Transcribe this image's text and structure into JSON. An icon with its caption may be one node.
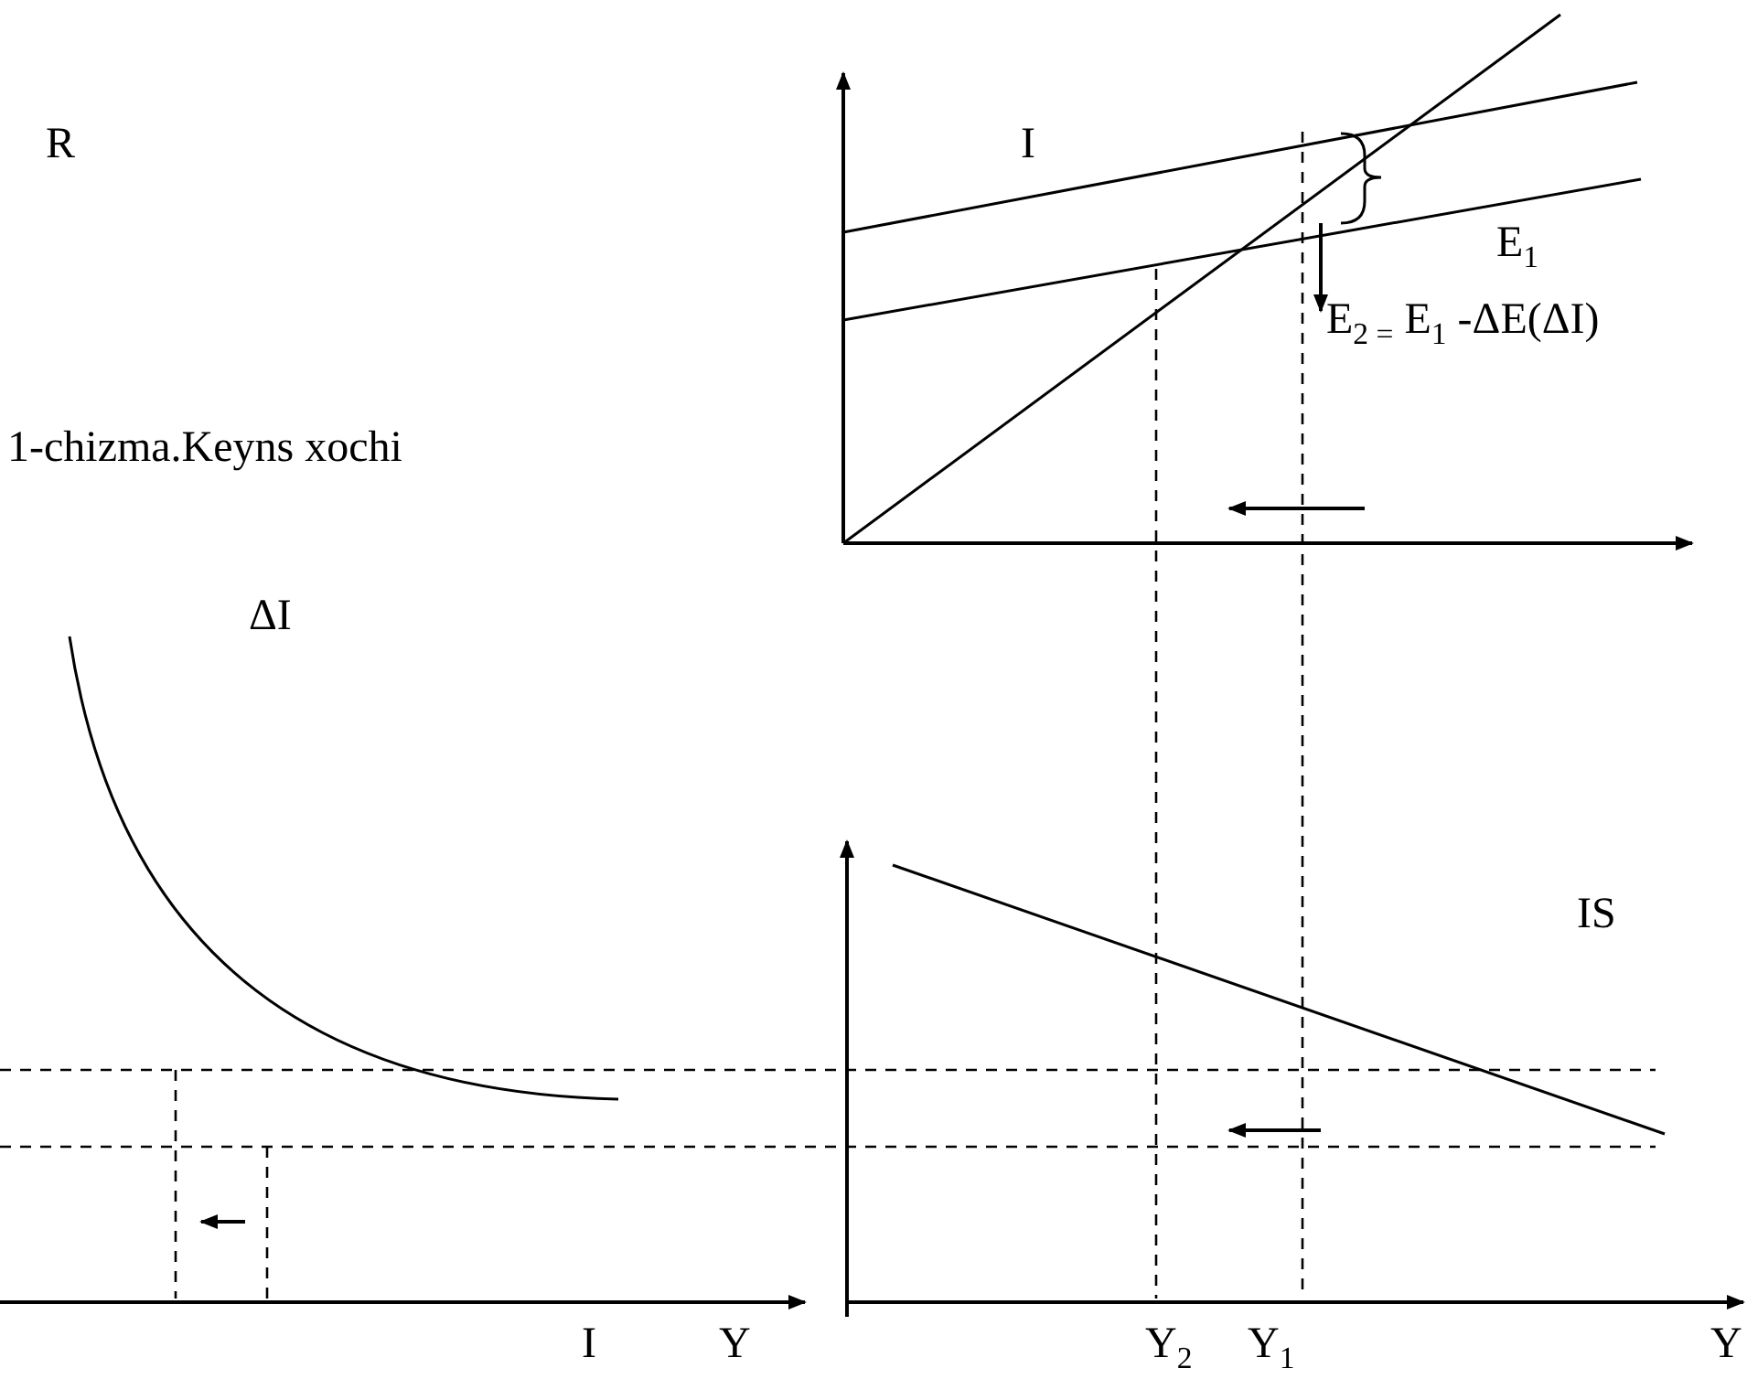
{
  "diagram": {
    "labels": [
      "R",
      "I",
      "E$_{1}$",
      "E$_{2 =}$ E$_{1}$ -ΔE(ΔI)",
      "1-chizma.Keyns xochi",
      "ΔI",
      "IS",
      "I",
      "Y",
      "Y$_{2}$",
      "Y$_{1}$",
      "Y"
    ]
  }
}
